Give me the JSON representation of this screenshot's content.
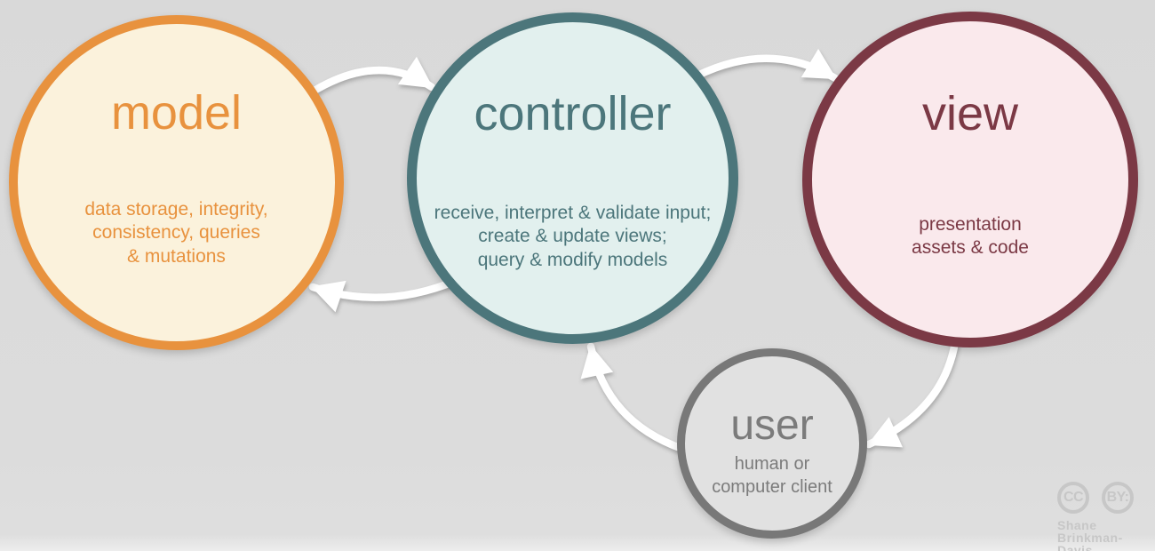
{
  "diagram_type": "mvc-cycle",
  "background_color": "#dcdcdc",
  "arrow_color": "#ffffff",
  "nodes": [
    {
      "id": "model",
      "title": "model",
      "subtitle": "data storage, integrity,\nconsistency, queries\n& mutations",
      "border_color": "#e8923e",
      "fill_color": "#fbf2dc",
      "text_color": "#e8923e"
    },
    {
      "id": "controller",
      "title": "controller",
      "subtitle": "receive, interpret & validate input;\ncreate & update views;\nquery & modify models",
      "border_color": "#4c767b",
      "fill_color": "#e2f0ee",
      "text_color": "#4c767b"
    },
    {
      "id": "view",
      "title": "view",
      "subtitle": "presentation\nassets & code",
      "border_color": "#7b3945",
      "fill_color": "#fae9ec",
      "text_color": "#7b3945"
    },
    {
      "id": "user",
      "title": "user",
      "subtitle": "human or\ncomputer client",
      "border_color": "#787878",
      "fill_color": "#e1e1e1",
      "text_color": "#7b7b7b"
    }
  ],
  "edges": [
    {
      "from": "model",
      "to": "controller"
    },
    {
      "from": "controller",
      "to": "view"
    },
    {
      "from": "controller",
      "to": "model"
    },
    {
      "from": "view",
      "to": "user"
    },
    {
      "from": "user",
      "to": "controller"
    }
  ],
  "attribution": {
    "cc_label": "CC",
    "by_label": "BY:",
    "name": "Shane\nBrinkman-Davis",
    "color": "#c7c7c7"
  }
}
